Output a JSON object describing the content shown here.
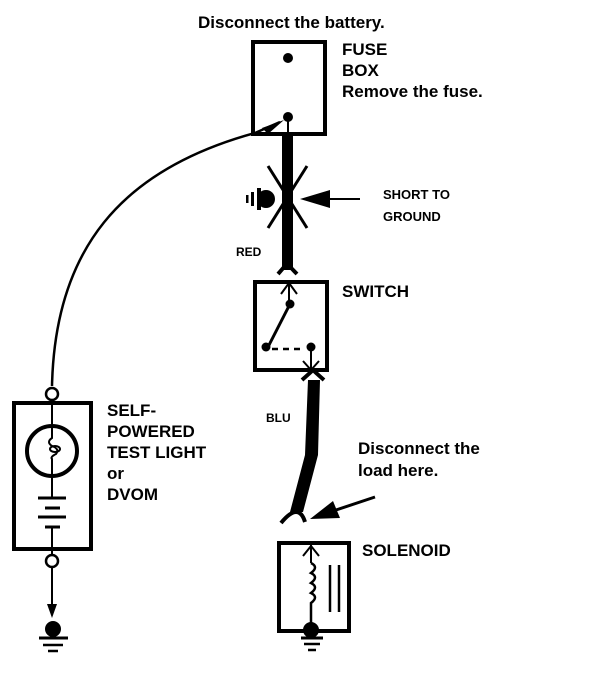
{
  "colors": {
    "ink": "#000000",
    "background": "#ffffff"
  },
  "labels": {
    "disconnect_battery": "Disconnect the battery.",
    "fuse_box_line1": "FUSE",
    "fuse_box_line2": "BOX",
    "remove_fuse": "Remove the fuse.",
    "short_to_ground_line1": "SHORT TO",
    "short_to_ground_line2": "GROUND",
    "wire_red": "RED",
    "switch": "SWITCH",
    "wire_blu": "BLU",
    "disconnect_load_line1": "Disconnect the",
    "disconnect_load_line2": "load here.",
    "test_light_line1": "SELF-",
    "test_light_line2": "POWERED",
    "test_light_line3": "TEST LIGHT",
    "test_light_line4": "or",
    "test_light_line5": "DVOM",
    "solenoid": "SOLENOID"
  },
  "icons": [
    "ground-icon",
    "short-flash-icon",
    "lamp-icon",
    "battery-icon",
    "coil-icon",
    "switch-contact-icon"
  ]
}
